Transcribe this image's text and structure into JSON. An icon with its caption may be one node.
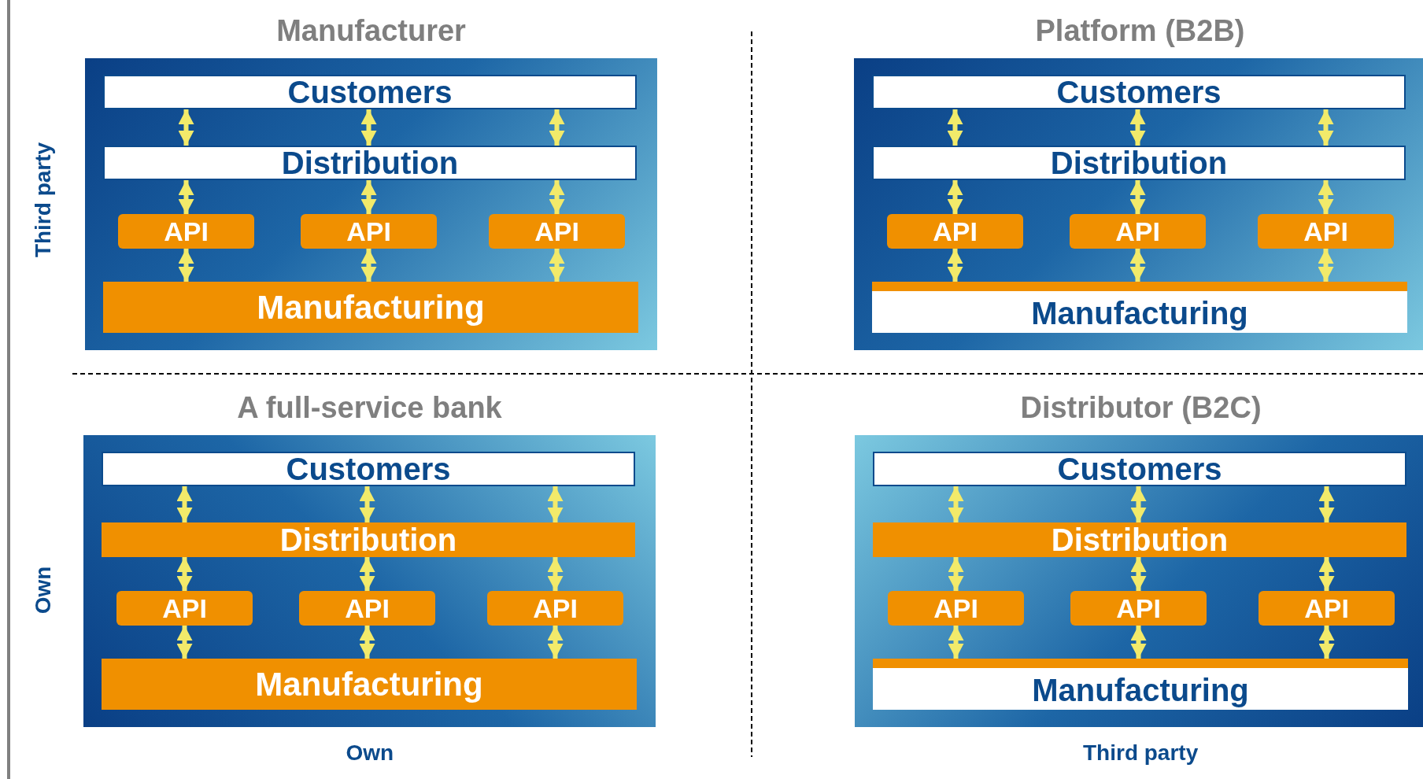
{
  "diagram": {
    "nodes": [
      {
        "text": [
          "Manufacturer"
        ]
      },
      {
        "text": [
          "Customers"
        ],
        "in": 0
      },
      {
        "text": [
          "Distribution"
        ],
        "in": 0
      },
      {
        "text": [
          "API"
        ],
        "in": 0
      },
      {
        "text": [
          "API"
        ],
        "in": 0
      },
      {
        "text": [
          "API"
        ],
        "in": 0
      },
      {
        "text": [
          "Manufacturing"
        ],
        "in": 0
      },
      {
        "text": [
          "Platform (B2B)"
        ]
      },
      {
        "text": [
          "Customers"
        ],
        "in": 7
      },
      {
        "text": [
          "Distribution"
        ],
        "in": 7
      },
      {
        "text": [
          "API"
        ],
        "in": 7
      },
      {
        "text": [
          "API"
        ],
        "in": 7
      },
      {
        "text": [
          "API"
        ],
        "in": 7
      },
      {
        "text": [
          "Manufacturing"
        ],
        "in": 7
      },
      {
        "text": [
          "A full-service bank"
        ]
      },
      {
        "text": [
          "Customers"
        ],
        "in": 14
      },
      {
        "text": [
          "Distribution"
        ],
        "in": 14
      },
      {
        "text": [
          "API"
        ],
        "in": 14
      },
      {
        "text": [
          "API"
        ],
        "in": 14
      },
      {
        "text": [
          "API"
        ],
        "in": 14
      },
      {
        "text": [
          "Manufacturing"
        ],
        "in": 14
      },
      {
        "text": [
          "Distributor (B2C)"
        ]
      },
      {
        "text": [
          "Customers"
        ],
        "in": 21
      },
      {
        "text": [
          "Distribution"
        ],
        "in": 21
      },
      {
        "text": [
          "API"
        ],
        "in": 21
      },
      {
        "text": [
          "API"
        ],
        "in": 21
      },
      {
        "text": [
          "API"
        ],
        "in": 21
      },
      {
        "text": [
          "Manufacturing"
        ],
        "in": 21
      }
    ],
    "edges": [
      {
        "from": 1,
        "to": 2,
        "arrow": "both"
      },
      {
        "from": 1,
        "to": 2,
        "arrow": "both"
      },
      {
        "from": 1,
        "to": 2,
        "arrow": "both"
      },
      {
        "from": 2,
        "to": 3,
        "arrow": "both"
      },
      {
        "from": 2,
        "to": 4,
        "arrow": "both"
      },
      {
        "from": 2,
        "to": 5,
        "arrow": "both"
      },
      {
        "from": 3,
        "to": 6,
        "arrow": "both"
      },
      {
        "from": 4,
        "to": 6,
        "arrow": "both"
      },
      {
        "from": 5,
        "to": 6,
        "arrow": "both"
      },
      {
        "from": 8,
        "to": 9,
        "arrow": "both"
      },
      {
        "from": 8,
        "to": 9,
        "arrow": "both"
      },
      {
        "from": 8,
        "to": 9,
        "arrow": "both"
      },
      {
        "from": 9,
        "to": 10,
        "arrow": "both"
      },
      {
        "from": 9,
        "to": 11,
        "arrow": "both"
      },
      {
        "from": 9,
        "to": 12,
        "arrow": "both"
      },
      {
        "from": 10,
        "to": 13,
        "arrow": "both"
      },
      {
        "from": 11,
        "to": 13,
        "arrow": "both"
      },
      {
        "from": 12,
        "to": 13,
        "arrow": "both"
      },
      {
        "from": 15,
        "to": 16,
        "arrow": "both"
      },
      {
        "from": 15,
        "to": 16,
        "arrow": "both"
      },
      {
        "from": 15,
        "to": 16,
        "arrow": "both"
      },
      {
        "from": 16,
        "to": 17,
        "arrow": "both"
      },
      {
        "from": 16,
        "to": 18,
        "arrow": "both"
      },
      {
        "from": 16,
        "to": 19,
        "arrow": "both"
      },
      {
        "from": 17,
        "to": 20,
        "arrow": "both"
      },
      {
        "from": 18,
        "to": 20,
        "arrow": "both"
      },
      {
        "from": 19,
        "to": 20,
        "arrow": "both"
      },
      {
        "from": 22,
        "to": 23,
        "arrow": "both"
      },
      {
        "from": 22,
        "to": 23,
        "arrow": "both"
      },
      {
        "from": 22,
        "to": 23,
        "arrow": "both"
      },
      {
        "from": 23,
        "to": 24,
        "arrow": "both"
      },
      {
        "from": 23,
        "to": 25,
        "arrow": "both"
      },
      {
        "from": 23,
        "to": 26,
        "arrow": "both"
      },
      {
        "from": 24,
        "to": 27,
        "arrow": "both"
      },
      {
        "from": 25,
        "to": 27,
        "arrow": "both"
      },
      {
        "from": 26,
        "to": 27,
        "arrow": "both"
      }
    ],
    "labels": [
      "Third party",
      "Own",
      "Own",
      "Third party"
    ]
  }
}
